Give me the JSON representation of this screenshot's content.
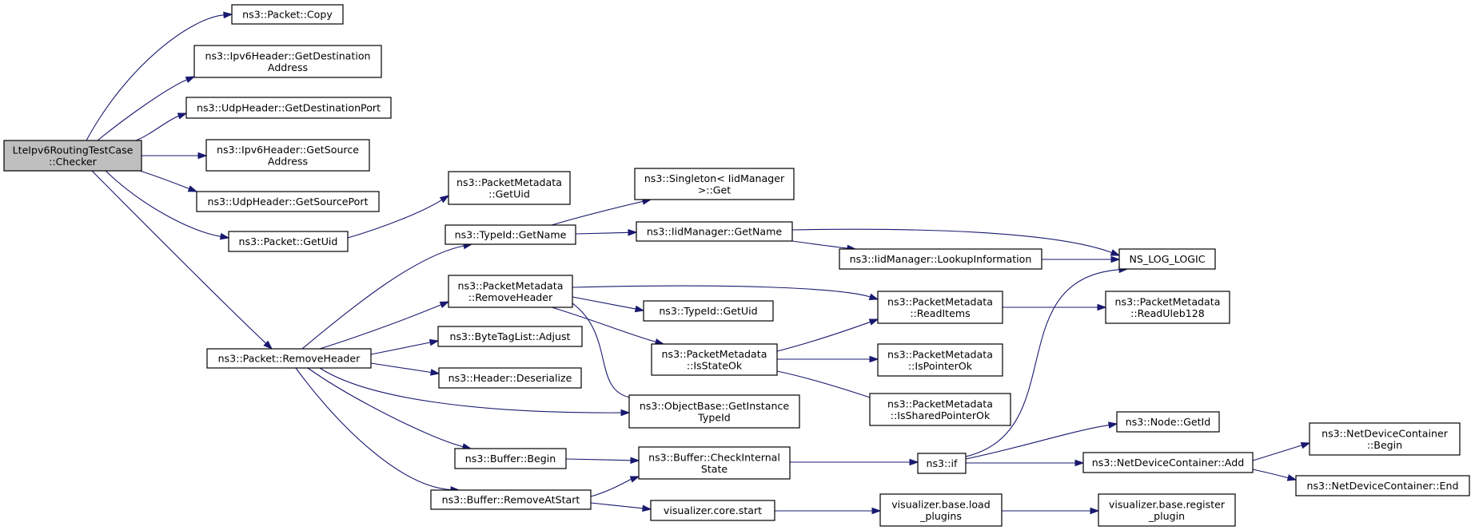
{
  "nodes": {
    "checker": {
      "lines": [
        "LteIpv6RoutingTestCase",
        "::Checker"
      ],
      "root": true
    },
    "pkt_copy": {
      "lines": [
        "ns3::Packet::Copy"
      ]
    },
    "ipv6_getdst": {
      "lines": [
        "ns3::Ipv6Header::GetDestination",
        "Address"
      ]
    },
    "udp_getdstport": {
      "lines": [
        "ns3::UdpHeader::GetDestinationPort"
      ]
    },
    "ipv6_getsrc": {
      "lines": [
        "ns3::Ipv6Header::GetSource",
        "Address"
      ]
    },
    "udp_getsrcport": {
      "lines": [
        "ns3::UdpHeader::GetSourcePort"
      ]
    },
    "pkt_getuid": {
      "lines": [
        "ns3::Packet::GetUid"
      ]
    },
    "pkt_removeheader": {
      "lines": [
        "ns3::Packet::RemoveHeader"
      ]
    },
    "pm_getuid": {
      "lines": [
        "ns3::PacketMetadata",
        "::GetUid"
      ]
    },
    "typeid_getname": {
      "lines": [
        "ns3::TypeId::GetName"
      ]
    },
    "pm_removeheader": {
      "lines": [
        "ns3::PacketMetadata",
        "::RemoveHeader"
      ]
    },
    "btl_adjust": {
      "lines": [
        "ns3::ByteTagList::Adjust"
      ]
    },
    "hdr_deserialize": {
      "lines": [
        "ns3::Header::Deserialize"
      ]
    },
    "buf_begin": {
      "lines": [
        "ns3::Buffer::Begin"
      ]
    },
    "buf_removeatstart": {
      "lines": [
        "ns3::Buffer::RemoveAtStart"
      ]
    },
    "singleton_get": {
      "lines": [
        "ns3::Singleton< IidManager",
        ">::Get"
      ]
    },
    "iid_getname": {
      "lines": [
        "ns3::IidManager::GetName"
      ]
    },
    "typeid_getuid": {
      "lines": [
        "ns3::TypeId::GetUid"
      ]
    },
    "pm_isstateok": {
      "lines": [
        "ns3::PacketMetadata",
        "::IsStateOk"
      ]
    },
    "ob_gettypeid": {
      "lines": [
        "ns3::ObjectBase::GetInstance",
        "TypeId"
      ]
    },
    "buf_checkstate": {
      "lines": [
        "ns3::Buffer::CheckInternal",
        "State"
      ]
    },
    "viz_core_start": {
      "lines": [
        "visualizer.core.start"
      ]
    },
    "iid_lookup": {
      "lines": [
        "ns3::IidManager::LookupInformation"
      ]
    },
    "pm_readitems": {
      "lines": [
        "ns3::PacketMetadata",
        "::ReadItems"
      ]
    },
    "pm_ispointerok": {
      "lines": [
        "ns3::PacketMetadata",
        "::IsPointerOk"
      ]
    },
    "pm_issharedok": {
      "lines": [
        "ns3::PacketMetadata",
        "::IsSharedPointerOk"
      ]
    },
    "ns3_if": {
      "lines": [
        "ns3::if"
      ]
    },
    "viz_load_plugins": {
      "lines": [
        "visualizer.base.load",
        "_plugins"
      ]
    },
    "ns_log_logic": {
      "lines": [
        "NS_LOG_LOGIC"
      ]
    },
    "pm_readuleb": {
      "lines": [
        "ns3::PacketMetadata",
        "::ReadUleb128"
      ]
    },
    "node_getid": {
      "lines": [
        "ns3::Node::GetId"
      ]
    },
    "ndc_add": {
      "lines": [
        "ns3::NetDeviceContainer::Add"
      ]
    },
    "viz_register_plugin": {
      "lines": [
        "visualizer.base.register",
        "_plugin"
      ]
    },
    "ndc_begin": {
      "lines": [
        "ns3::NetDeviceContainer",
        "::Begin"
      ]
    },
    "ndc_end": {
      "lines": [
        "ns3::NetDeviceContainer::End"
      ]
    }
  },
  "edges": [
    [
      "checker",
      "pkt_copy"
    ],
    [
      "checker",
      "ipv6_getdst"
    ],
    [
      "checker",
      "udp_getdstport"
    ],
    [
      "checker",
      "ipv6_getsrc"
    ],
    [
      "checker",
      "udp_getsrcport"
    ],
    [
      "checker",
      "pkt_getuid"
    ],
    [
      "checker",
      "pkt_removeheader"
    ],
    [
      "pkt_getuid",
      "pm_getuid"
    ],
    [
      "pkt_removeheader",
      "typeid_getname"
    ],
    [
      "pkt_removeheader",
      "pm_removeheader"
    ],
    [
      "pkt_removeheader",
      "btl_adjust"
    ],
    [
      "pkt_removeheader",
      "hdr_deserialize"
    ],
    [
      "pkt_removeheader",
      "ob_gettypeid"
    ],
    [
      "pkt_removeheader",
      "buf_begin"
    ],
    [
      "pkt_removeheader",
      "buf_removeatstart"
    ],
    [
      "typeid_getname",
      "singleton_get"
    ],
    [
      "typeid_getname",
      "iid_getname"
    ],
    [
      "iid_getname",
      "ns_log_logic"
    ],
    [
      "iid_getname",
      "iid_lookup"
    ],
    [
      "iid_lookup",
      "ns_log_logic"
    ],
    [
      "pm_removeheader",
      "pm_readitems"
    ],
    [
      "pm_removeheader",
      "typeid_getuid"
    ],
    [
      "pm_removeheader",
      "pm_isstateok"
    ],
    [
      "pm_removeheader",
      "ob_gettypeid"
    ],
    [
      "pm_isstateok",
      "pm_readitems"
    ],
    [
      "pm_isstateok",
      "pm_ispointerok"
    ],
    [
      "pm_isstateok",
      "pm_issharedok"
    ],
    [
      "pm_readitems",
      "pm_readuleb"
    ],
    [
      "buf_begin",
      "buf_checkstate"
    ],
    [
      "buf_removeatstart",
      "buf_checkstate"
    ],
    [
      "buf_removeatstart",
      "viz_core_start"
    ],
    [
      "buf_checkstate",
      "ns3_if"
    ],
    [
      "ns3_if",
      "ns_log_logic"
    ],
    [
      "ns3_if",
      "node_getid"
    ],
    [
      "ns3_if",
      "ndc_add"
    ],
    [
      "ndc_add",
      "ndc_begin"
    ],
    [
      "ndc_add",
      "ndc_end"
    ],
    [
      "viz_core_start",
      "viz_load_plugins"
    ],
    [
      "viz_load_plugins",
      "viz_register_plugin"
    ]
  ]
}
